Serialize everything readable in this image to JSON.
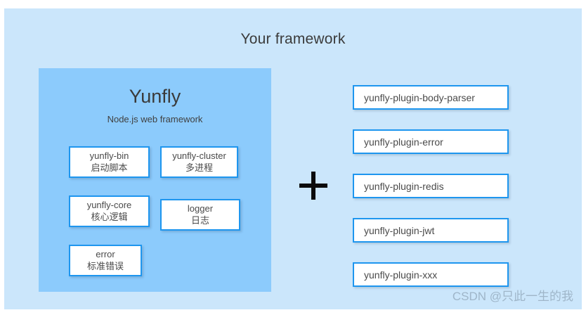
{
  "diagram": {
    "title": "Your framework",
    "background_color": "#cbe6fb",
    "core_panel_color": "#8ccbfc",
    "border_color": "#1e96ef",
    "operator": "+"
  },
  "core": {
    "title": "Yunfly",
    "subtitle": "Node.js web framework",
    "modules": [
      {
        "name": "yunfly-bin",
        "name_cn": "启动脚本"
      },
      {
        "name": "yunfly-cluster",
        "name_cn": "多进程"
      },
      {
        "name": "yunfly-core",
        "name_cn": "核心逻辑"
      },
      {
        "name": "logger",
        "name_cn": "日志"
      },
      {
        "name": "error",
        "name_cn": "标准错误"
      }
    ]
  },
  "plugins": {
    "items": [
      {
        "label": "yunfly-plugin-body-parser"
      },
      {
        "label": "yunfly-plugin-error"
      },
      {
        "label": "yunfly-plugin-redis"
      },
      {
        "label": "yunfly-plugin-jwt"
      },
      {
        "label": "yunfly-plugin-xxx"
      }
    ]
  },
  "watermark": {
    "text": "CSDN @只此一生的我"
  }
}
